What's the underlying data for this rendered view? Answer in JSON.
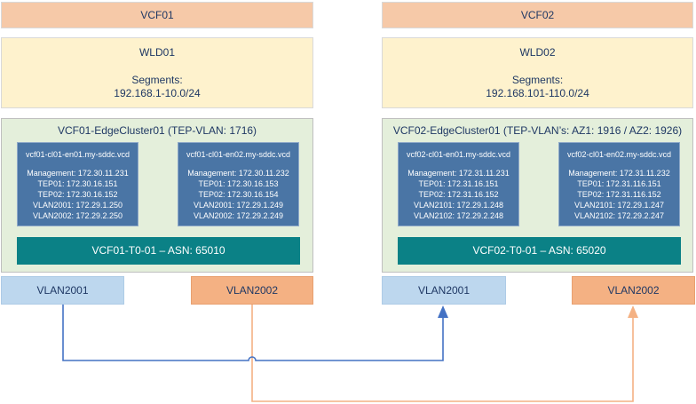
{
  "colors": {
    "vcf_header_fill": "#F6C9A8",
    "wld_fill": "#FEF2CD",
    "cluster_fill": "#E4EFDB",
    "node_fill": "#4A75A5",
    "t0_fill": "#0B8186",
    "vlan2001_fill": "#BDD7EE",
    "vlan2002_fill": "#F4B183",
    "text_navy": "#1F3864",
    "connector_blue": "#4472C4",
    "connector_orange": "#F4B183"
  },
  "left": {
    "vcf_label": "VCF01",
    "wld": {
      "title": "WLD01",
      "segments_label": "Segments:",
      "segments_range": "192.168.1-10.0/24"
    },
    "cluster": {
      "title": "VCF01-EdgeCluster01 (TEP-VLAN: 1716)",
      "nodes": [
        {
          "hostname": "vcf01-cl01-en01.my-sddc.vcd",
          "lines": [
            "Management: 172.30.11.231",
            "TEP01: 172.30.16.151",
            "TEP02: 172.30.16.152",
            "VLAN2001: 172.29.1.250",
            "VLAN2002: 172.29.2.250"
          ]
        },
        {
          "hostname": "vcf01-cl01-en02.my-sddc.vcd",
          "lines": [
            "Management: 172.30.11.232",
            "TEP01: 172.30.16.153",
            "TEP02: 172.30.16.154",
            "VLAN2001: 172.29.1.249",
            "VLAN2002: 172.29.2.249"
          ]
        }
      ],
      "t0_label": "VCF01-T0-01 – ASN: 65010"
    },
    "vlan1_label": "VLAN2001",
    "vlan2_label": "VLAN2002"
  },
  "right": {
    "vcf_label": "VCF02",
    "wld": {
      "title": "WLD02",
      "segments_label": "Segments:",
      "segments_range": "192.168.101-110.0/24"
    },
    "cluster": {
      "title": "VCF02-EdgeCluster01 (TEP-VLAN’s: AZ1: 1916 / AZ2: 1926)",
      "nodes": [
        {
          "hostname": "vcf02-cl01-en01.my-sddc.vcd",
          "lines": [
            "Management: 172.31.11.231",
            "TEP01: 172.31.16.151",
            "TEP02: 172.31.16.152",
            "VLAN2101: 172.29.1.248",
            "VLAN2102: 172.29.2.248"
          ]
        },
        {
          "hostname": "vcf02-cl01-en02.my-sddc.vcd",
          "lines": [
            "Management: 172.31.11.232",
            "TEP01: 172.31.116.151",
            "TEP02: 172.31.116.152",
            "VLAN2101: 172.29.1.247",
            "VLAN2102: 172.29.2.247"
          ]
        }
      ],
      "t0_label": "VCF02-T0-01 – ASN: 65020"
    },
    "vlan1_label": "VLAN2001",
    "vlan2_label": "VLAN2002"
  },
  "connections": [
    {
      "from": "VCF01 VLAN2001",
      "to": "VCF02 VLAN2001",
      "color": "#4472C4"
    },
    {
      "from": "VCF01 VLAN2002",
      "to": "VCF02 VLAN2002",
      "color": "#F4B183"
    }
  ]
}
